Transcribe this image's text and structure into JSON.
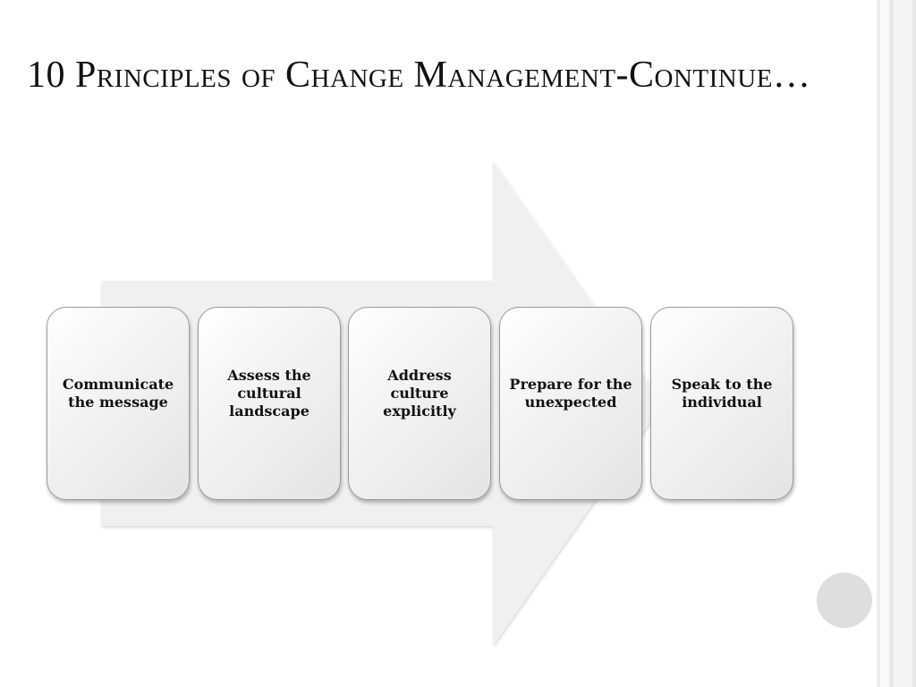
{
  "slide": {
    "title": "10 Principles of Change Management-Continue…"
  },
  "process": {
    "steps": [
      {
        "label": "Communicate the message"
      },
      {
        "label": "Assess the cultural landscape"
      },
      {
        "label": "Address culture explicitly"
      },
      {
        "label": "Prepare for the unexpected"
      },
      {
        "label": "Speak to the individual"
      }
    ]
  },
  "colors": {
    "arrow_fill": "#f0f0f0",
    "box_border": "#9a9a9a",
    "nav_circle": "#dedede"
  }
}
